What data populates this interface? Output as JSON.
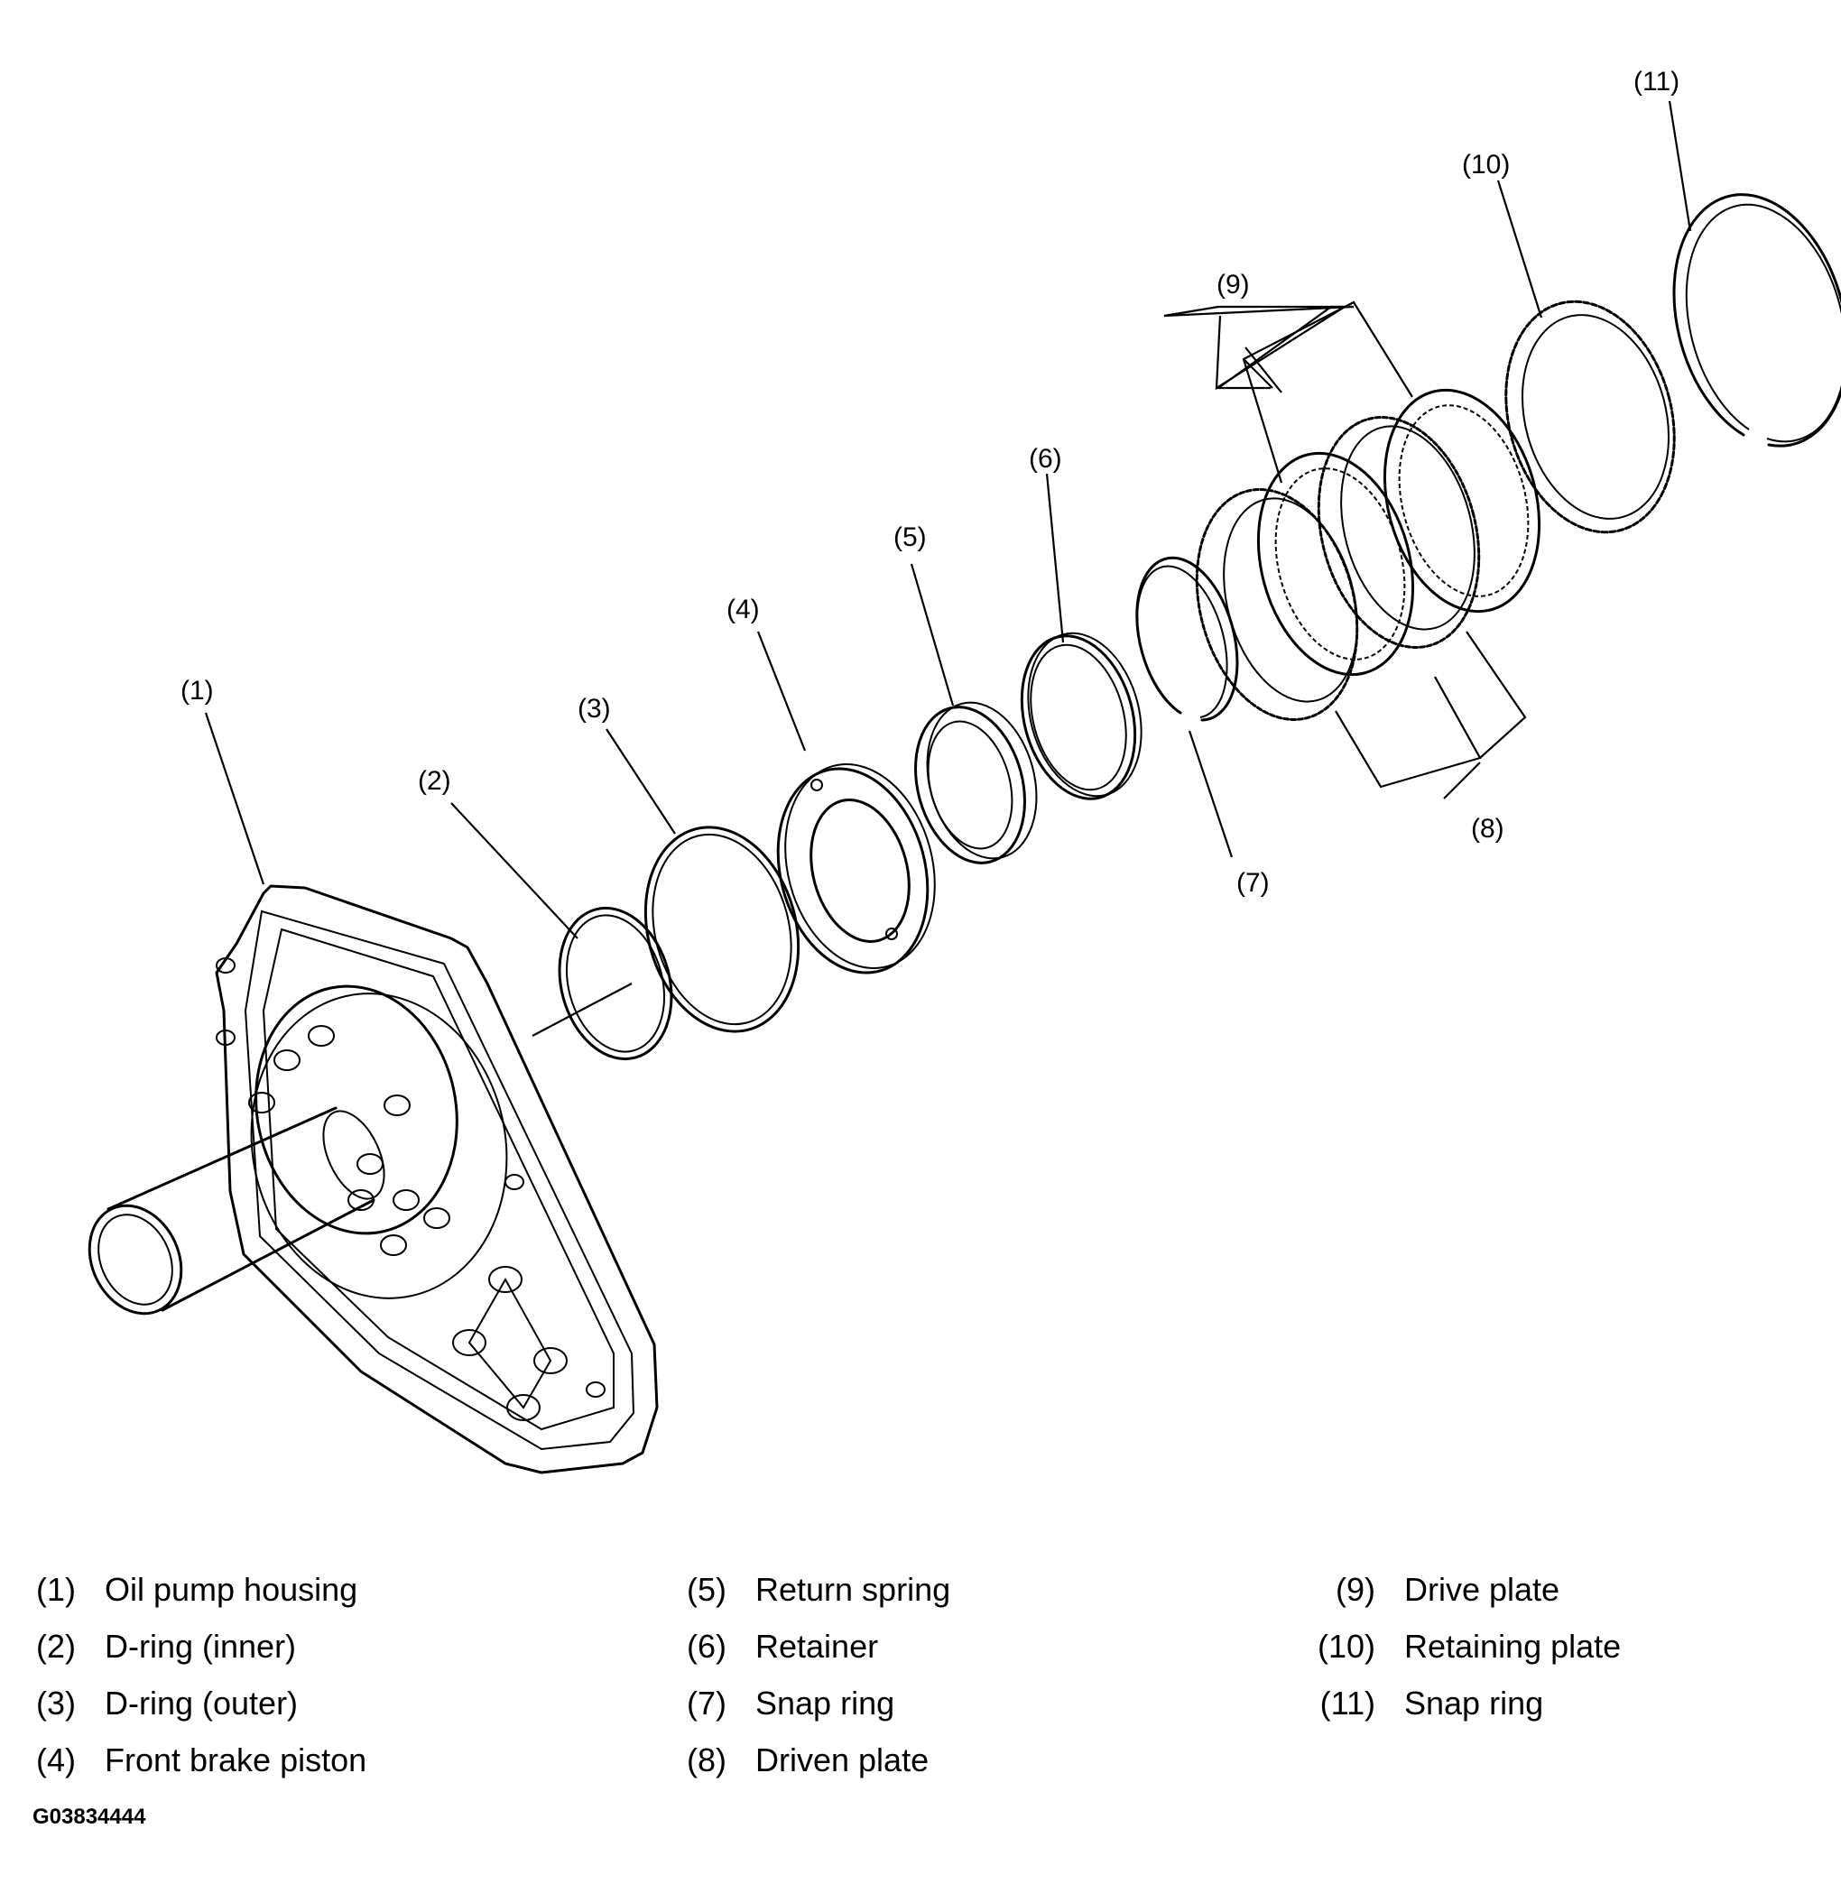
{
  "callouts": {
    "c1": "(1)",
    "c2": "(2)",
    "c3": "(3)",
    "c4": "(4)",
    "c5": "(5)",
    "c6": "(6)",
    "c7": "(7)",
    "c8": "(8)",
    "c9": "(9)",
    "c10": "(10)",
    "c11": "(11)"
  },
  "legend": [
    {
      "num": "(1)",
      "text": "Oil pump housing"
    },
    {
      "num": "(2)",
      "text": "D-ring (inner)"
    },
    {
      "num": "(3)",
      "text": "D-ring (outer)"
    },
    {
      "num": "(4)",
      "text": "Front brake piston"
    },
    {
      "num": "(5)",
      "text": "Return spring"
    },
    {
      "num": "(6)",
      "text": "Retainer"
    },
    {
      "num": "(7)",
      "text": "Snap ring"
    },
    {
      "num": "(8)",
      "text": "Driven plate"
    },
    {
      "num": "(9)",
      "text": "Drive plate"
    },
    {
      "num": "(10)",
      "text": "Retaining plate"
    },
    {
      "num": "(11)",
      "text": "Snap ring"
    }
  ],
  "figure_code": "G03834444"
}
